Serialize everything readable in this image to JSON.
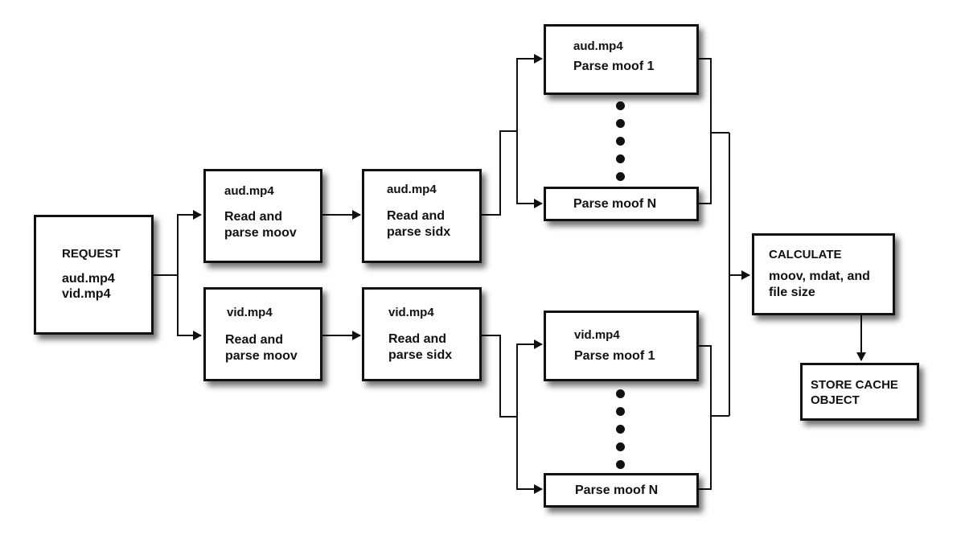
{
  "request": {
    "title": "REQUEST",
    "files": [
      "aud.mp4",
      "vid.mp4"
    ]
  },
  "aud_moov": {
    "file": "aud.mp4",
    "line1": "Read and",
    "line2": "parse moov"
  },
  "aud_sidx": {
    "file": "aud.mp4",
    "line1": "Read and",
    "line2": "parse sidx"
  },
  "vid_moov": {
    "file": "vid.mp4",
    "line1": "Read and",
    "line2": "parse moov"
  },
  "vid_sidx": {
    "file": "vid.mp4",
    "line1": "Read and",
    "line2": "parse sidx"
  },
  "aud_moof_first": {
    "file": "aud.mp4",
    "label": "Parse moof 1"
  },
  "aud_moof_last": {
    "label": "Parse moof N"
  },
  "vid_moof_first": {
    "file": "vid.mp4",
    "label": "Parse moof 1"
  },
  "vid_moof_last": {
    "label": "Parse moof N"
  },
  "calculate": {
    "title": "CALCULATE",
    "line1": "moov, mdat, and",
    "line2": "file size"
  },
  "store": {
    "line1": "STORE CACHE",
    "line2": "OBJECT"
  }
}
